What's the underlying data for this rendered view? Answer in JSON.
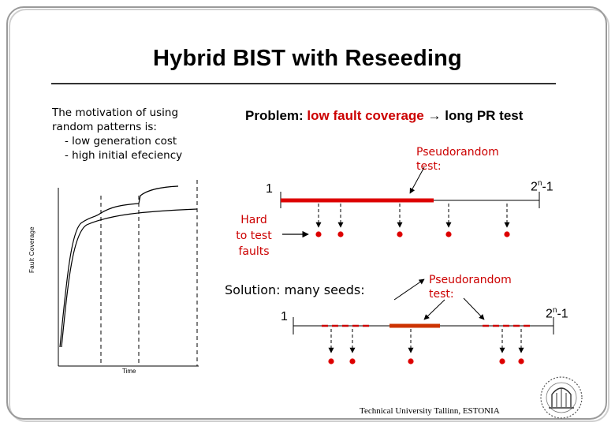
{
  "title": "Hybrid BIST with Reseeding",
  "motivation": {
    "line1": "The motivation of using",
    "line2": "random patterns is:",
    "bullet1": "- low generation cost",
    "bullet2": "- high initial efeciency"
  },
  "problem": {
    "prefix": "Problem:",
    "highlight": "low fault coverage",
    "arrow": "→",
    "suffix": "long PR test"
  },
  "pseudorandom_label_top": [
    "Pseudorandom",
    "test:"
  ],
  "pseudorandom_label_bottom": [
    "Pseudorandom",
    "test:"
  ],
  "hard_to_test": [
    "Hard",
    "to test",
    "faults"
  ],
  "solution": "Solution: many seeds:",
  "axis_start": "1",
  "axis_end_base": "2",
  "axis_end_exp": "n",
  "axis_end_suffix": "-1",
  "graph": {
    "ylabel": "Fault Coverage",
    "xlabel": "Time"
  },
  "footer": "Technical University Tallinn, ESTONIA",
  "colors": {
    "accent": "#cc0000",
    "text": "#000000"
  }
}
